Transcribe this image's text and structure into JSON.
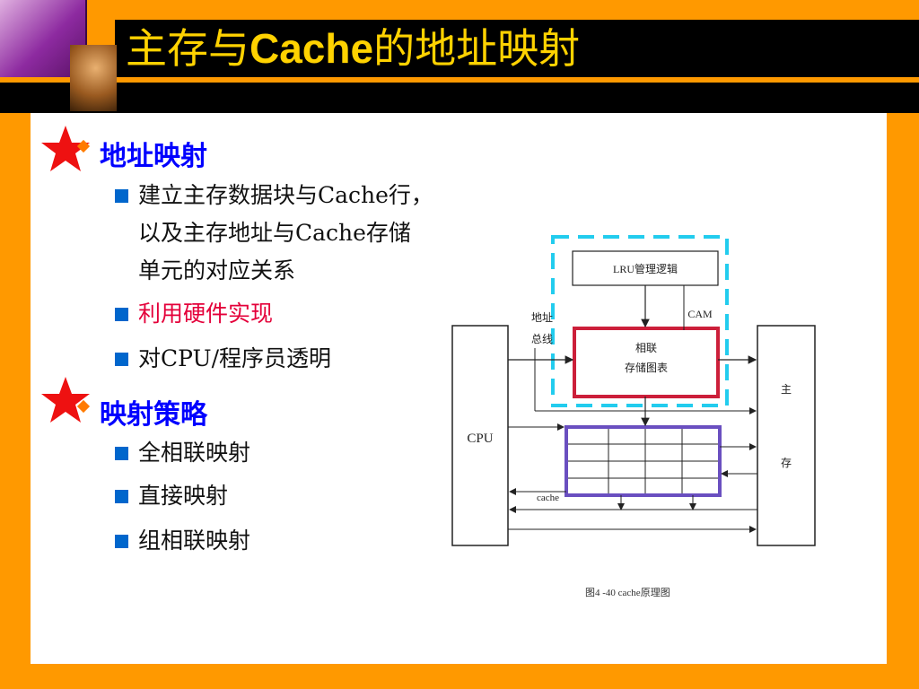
{
  "title": {
    "prefix": "主存与",
    "bold": "Cache",
    "suffix": "的地址映射"
  },
  "sections": [
    {
      "heading": "地址映射",
      "items": [
        {
          "lines": [
            "建立主存数据块与Cache行，",
            "以及主存地址与Cache存储",
            "单元的对应关系"
          ]
        },
        {
          "lines": [
            "利用硬件实现"
          ],
          "emphasis": true
        },
        {
          "lines": [
            "对CPU/程序员透明"
          ]
        }
      ]
    },
    {
      "heading": "映射策略",
      "items": [
        {
          "lines": [
            "全相联映射"
          ]
        },
        {
          "lines": [
            "直接映射"
          ]
        },
        {
          "lines": [
            "组相联映射"
          ]
        }
      ]
    }
  ],
  "diagram": {
    "lru": "LRU管理逻辑",
    "cam": "CAM",
    "addr_bus": [
      "地址",
      "总线"
    ],
    "assoc": [
      "相联",
      "存储图表"
    ],
    "cpu": "CPU",
    "main_mem": [
      "主",
      "存"
    ],
    "cache": "cache",
    "caption": "图4 -40   cache原理图"
  },
  "colors": {
    "background": "#ff9900",
    "title": "#ffd200",
    "heading": "#0000ff",
    "emphasis": "#e4003a",
    "cam_box": "#22ccee",
    "assoc_box": "#cc1f3a",
    "cache_box": "#6a4fc0"
  }
}
